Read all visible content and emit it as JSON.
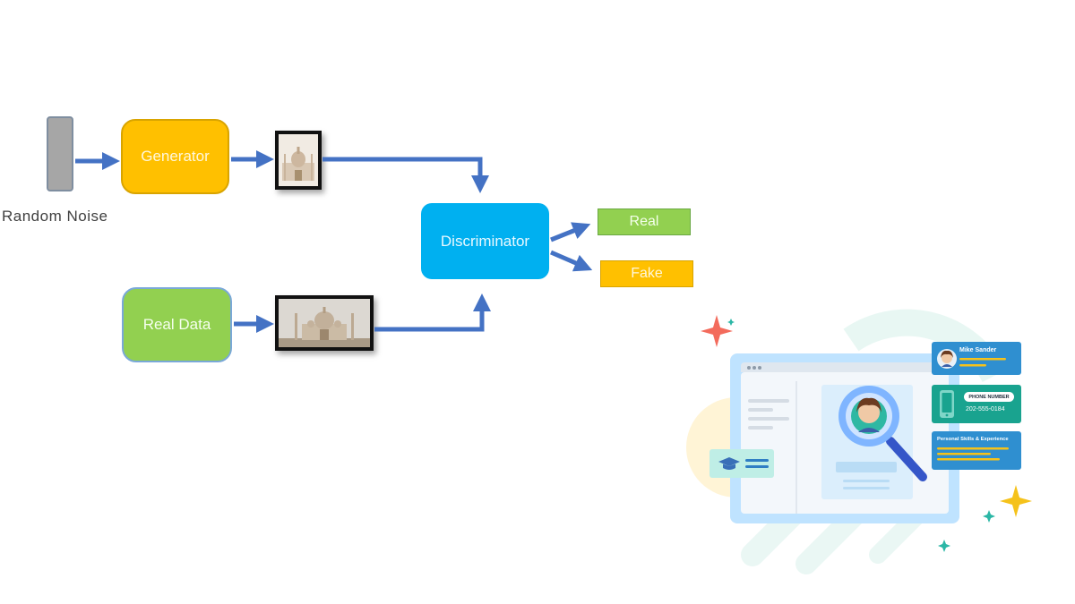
{
  "diagram": {
    "input_label": "Random Noise",
    "generator_label": "Generator",
    "real_data_label": "Real  Data",
    "discriminator_label": "Discriminator",
    "output_real_label": "Real",
    "output_fake_label": "Fake"
  },
  "illustration": {
    "profile_name": "Mike Sander",
    "phone_label": "PHONE NUMBER",
    "phone_number": "202-555-0184",
    "skills_label": "Personal Skills & Experience"
  },
  "colors": {
    "generator": "#ffc000",
    "real_data": "#92d050",
    "discriminator": "#00b0f0",
    "arrow": "#4472c4"
  },
  "icons": [
    "magnifier-icon",
    "graduation-cap-icon",
    "phone-icon",
    "sparkle-icon"
  ]
}
